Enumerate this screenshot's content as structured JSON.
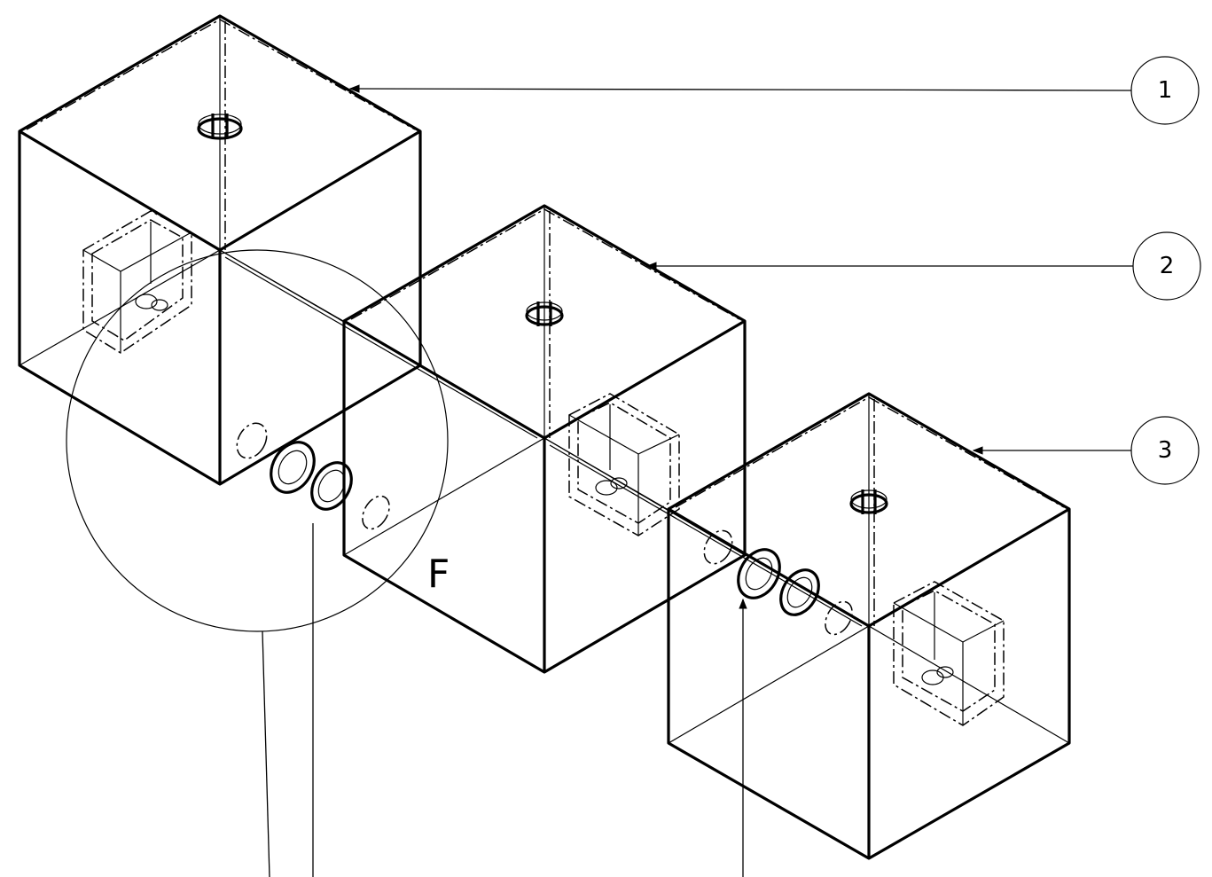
{
  "balloons": [
    {
      "label": "1"
    },
    {
      "label": "2"
    },
    {
      "label": "3"
    }
  ],
  "view_label": "F"
}
